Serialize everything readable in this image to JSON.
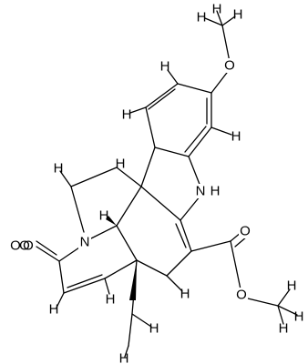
{
  "diagram": {
    "type": "chemical-structure",
    "atom_labels": {
      "methoxy_h1": "H",
      "methoxy_h2": "H",
      "methoxy_h3": "H",
      "methoxy_o": "O",
      "arom_h_top": "H",
      "arom_h_left": "H",
      "arom_h_right": "H",
      "nh_n": "N",
      "nh_h": "H",
      "ch2_h1": "H",
      "ch2_h2": "H",
      "n_amide": "N",
      "stereo_h": "H",
      "oxo_o": "O",
      "alkene_h_left": "H",
      "alkene_h_right": "H",
      "ch2b_h": "H",
      "ester_o_carbonyl": "O",
      "ester_o_ether": "O",
      "ester_me_h1": "H",
      "ester_me_h2": "H",
      "ester_me_h3": "H",
      "ethyl_h1": "H",
      "ethyl_h2": "H"
    },
    "colors": {
      "ink": "#000000",
      "background": "#ffffff"
    }
  }
}
